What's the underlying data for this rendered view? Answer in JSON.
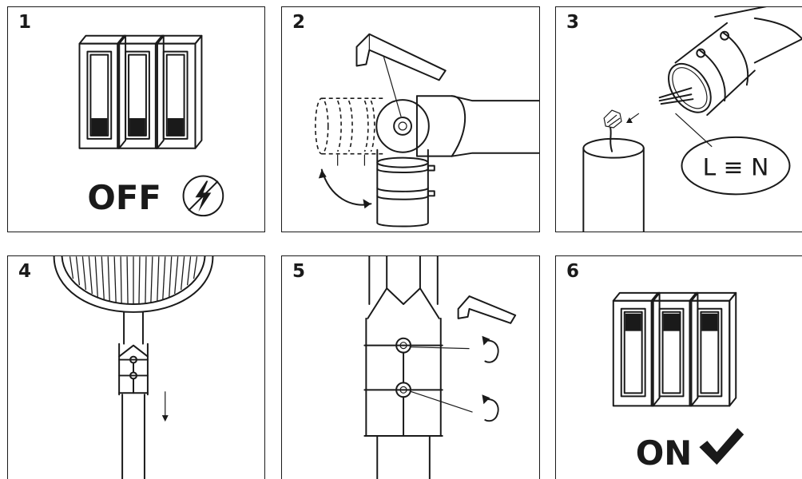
{
  "steps": [
    {
      "number": "1",
      "label": "OFF"
    },
    {
      "number": "2"
    },
    {
      "number": "3",
      "wiring_label": "L ≡ N"
    },
    {
      "number": "4"
    },
    {
      "number": "5"
    },
    {
      "number": "6",
      "label": "ON"
    }
  ],
  "icons": [
    "breaker-switch-icon",
    "no-power-icon",
    "hex-key-icon",
    "checkmark-icon",
    "rotate-icon",
    "arrow-down-icon"
  ]
}
